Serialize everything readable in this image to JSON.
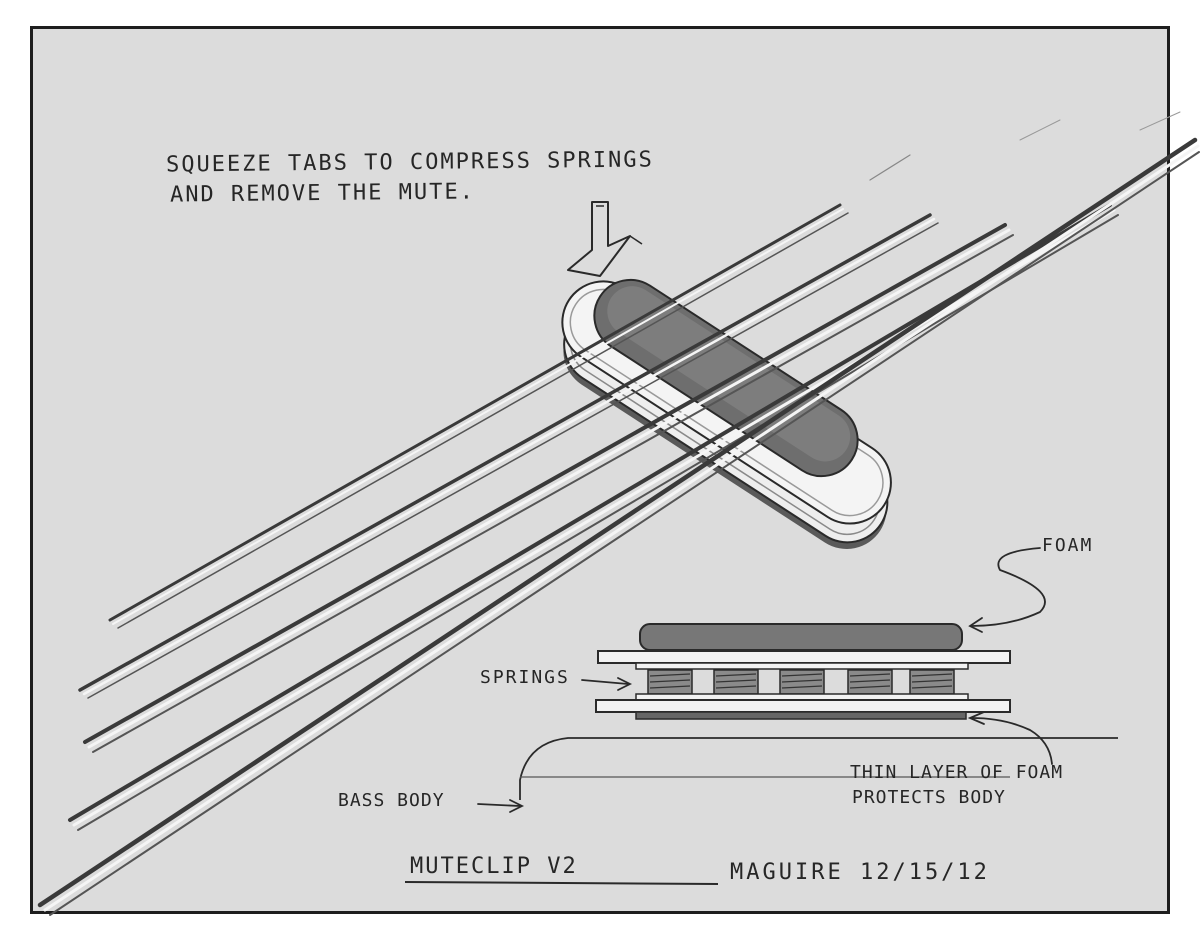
{
  "annotations": {
    "instruction_line1": "SQUEEZE TABS TO COMPRESS SPRINGS",
    "instruction_line2": "AND REMOVE THE MUTE.",
    "foam": "FOAM",
    "springs": "SPRINGS",
    "thin_layer_line1": "THIN LAYER OF FOAM",
    "thin_layer_line2": "PROTECTS BODY",
    "bass_body": "BASS BODY"
  },
  "title_block": {
    "title": "MUTECLIP V2",
    "signature": "MAGUIRE 12/15/12"
  },
  "colors": {
    "paper": "#dcdcdc",
    "ink": "#262626",
    "foam": "#7a7a7a",
    "spring": "#8a8a8a",
    "plate": "#f2f2f2"
  }
}
